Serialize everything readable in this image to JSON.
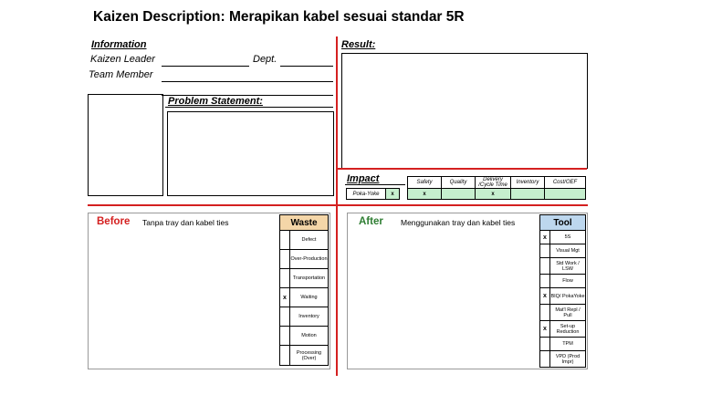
{
  "title": "Kaizen Description: Merapikan kabel sesuai standar 5R",
  "information": {
    "heading": "Information",
    "kaizen_leader": "Kaizen Leader",
    "dept": "Dept.",
    "team_member": "Team Member"
  },
  "problem_statement": "Problem Statement:",
  "result": "Result:",
  "impact": {
    "heading": "Impact",
    "poka_yoke": "Poka-Yoke",
    "poka_yoke_mark": "x",
    "columns": [
      "Safety",
      "Quality",
      "Delivery /Cycle Time",
      "Inventory",
      "Cost/OEF"
    ],
    "marks": [
      "x",
      "",
      "x",
      "",
      ""
    ]
  },
  "before": {
    "label": "Before",
    "text": "Tanpa tray dan kabel ties"
  },
  "after": {
    "label": "After",
    "text": "Menggunakan tray dan kabel ties"
  },
  "waste": {
    "heading": "Waste",
    "rows": [
      {
        "mark": "",
        "label": "Defect"
      },
      {
        "mark": "",
        "label": "Over-Production"
      },
      {
        "mark": "",
        "label": "Transportation"
      },
      {
        "mark": "x",
        "label": "Waiting"
      },
      {
        "mark": "",
        "label": "Inventory"
      },
      {
        "mark": "",
        "label": "Motion"
      },
      {
        "mark": "",
        "label": "Processing (Over)"
      }
    ]
  },
  "tool": {
    "heading": "Tool",
    "rows": [
      {
        "mark": "x",
        "label": "5S"
      },
      {
        "mark": "",
        "label": "Visual Mgt"
      },
      {
        "mark": "",
        "label": "Std Work / LSW"
      },
      {
        "mark": "",
        "label": "Flow"
      },
      {
        "mark": "x",
        "label": "BIQ/ PokaYoke"
      },
      {
        "mark": "",
        "label": "Mat'l Repl / Pull"
      },
      {
        "mark": "x",
        "label": "Set-up Reduction"
      },
      {
        "mark": "",
        "label": "TPM"
      },
      {
        "mark": "",
        "label": "VPD (Prod Impr)"
      }
    ]
  }
}
